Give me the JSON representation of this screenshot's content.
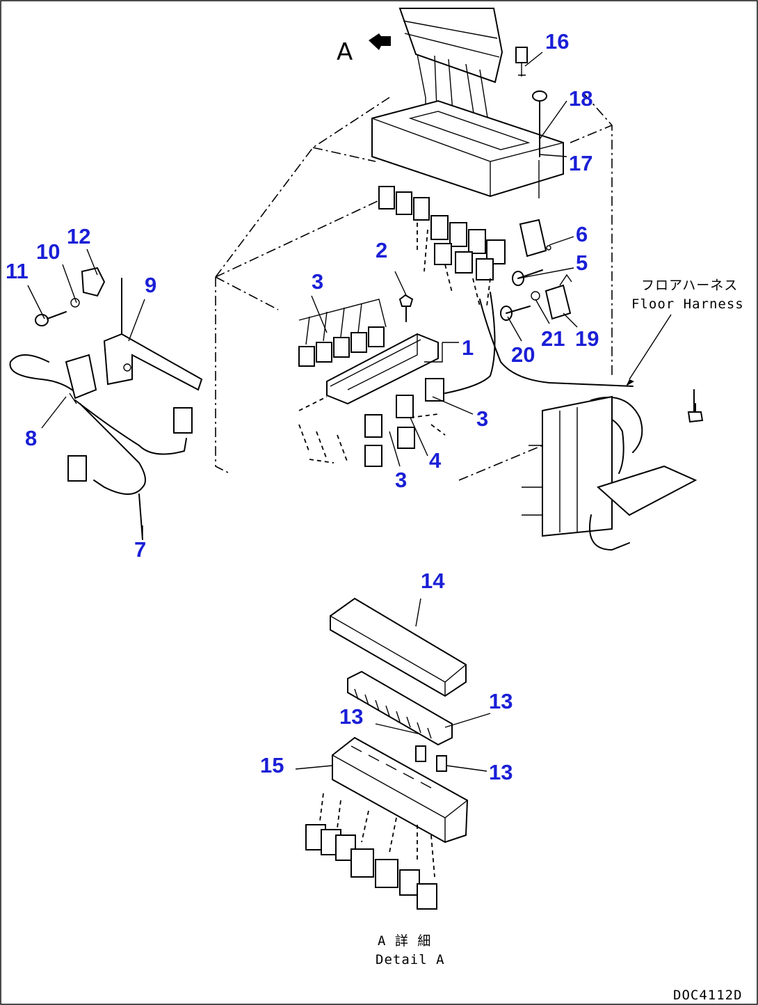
{
  "view_label": "A",
  "callouts": [
    {
      "id": "c1",
      "text": "1"
    },
    {
      "id": "c2",
      "text": "2"
    },
    {
      "id": "c3a",
      "text": "3"
    },
    {
      "id": "c3b",
      "text": "3"
    },
    {
      "id": "c3c",
      "text": "3"
    },
    {
      "id": "c4",
      "text": "4"
    },
    {
      "id": "c5",
      "text": "5"
    },
    {
      "id": "c6",
      "text": "6"
    },
    {
      "id": "c7",
      "text": "7"
    },
    {
      "id": "c8",
      "text": "8"
    },
    {
      "id": "c9",
      "text": "9"
    },
    {
      "id": "c10",
      "text": "10"
    },
    {
      "id": "c11",
      "text": "11"
    },
    {
      "id": "c12",
      "text": "12"
    },
    {
      "id": "c13a",
      "text": "13"
    },
    {
      "id": "c13b",
      "text": "13"
    },
    {
      "id": "c13c",
      "text": "13"
    },
    {
      "id": "c14",
      "text": "14"
    },
    {
      "id": "c15",
      "text": "15"
    },
    {
      "id": "c16",
      "text": "16"
    },
    {
      "id": "c17",
      "text": "17"
    },
    {
      "id": "c18",
      "text": "18"
    },
    {
      "id": "c19",
      "text": "19"
    },
    {
      "id": "c20",
      "text": "20"
    },
    {
      "id": "c21",
      "text": "21"
    }
  ],
  "floor_harness_jp": "フロアハーネス",
  "floor_harness_en": "Floor Harness",
  "detail_jp": "A 詳 細",
  "detail_en": "Detail A",
  "drawing_code": "DOC4112D"
}
